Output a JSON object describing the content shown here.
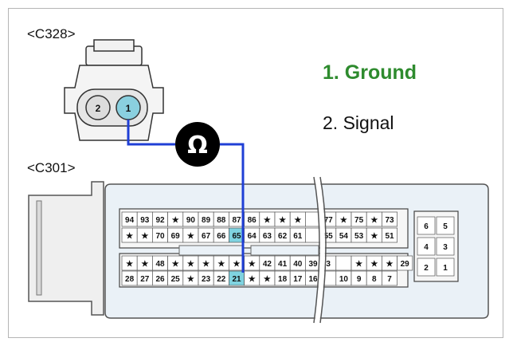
{
  "labels": {
    "c328": "<C328>",
    "c301": "<C301>"
  },
  "legend": {
    "item1": "1. Ground",
    "item2": "2. Signal"
  },
  "colors": {
    "wire": "#1f3fd6",
    "ground_text": "#2e8b2e",
    "highlight_pin": "#7fd3e0",
    "meter_body": "#000000"
  },
  "meter_icon": "ohmmeter-omega-icon",
  "meter_symbol": "Ω",
  "c328_pins": [
    "2",
    "1"
  ],
  "c301": {
    "rows": [
      [
        "94",
        "93",
        "92",
        "★",
        "90",
        "89",
        "88",
        "87",
        "86",
        "★",
        "★",
        "★",
        "",
        "77",
        "★",
        "75",
        "★",
        "73"
      ],
      [
        "★",
        "★",
        "70",
        "69",
        "★",
        "67",
        "66",
        "65",
        "64",
        "63",
        "62",
        "61",
        "",
        "55",
        "54",
        "53",
        "★",
        "51"
      ],
      [
        "★",
        "★",
        "48",
        "★",
        "★",
        "★",
        "★",
        "★",
        "★",
        "42",
        "41",
        "40",
        "39",
        "3",
        "",
        "★",
        "★",
        "★",
        "29"
      ],
      [
        "28",
        "27",
        "26",
        "25",
        "★",
        "23",
        "22",
        "21",
        "★",
        "★",
        "18",
        "17",
        "16",
        "",
        "10",
        "9",
        "8",
        "7"
      ]
    ],
    "small_block": [
      [
        "6",
        "5"
      ],
      [
        "4",
        "3"
      ],
      [
        "2",
        "1"
      ]
    ]
  }
}
